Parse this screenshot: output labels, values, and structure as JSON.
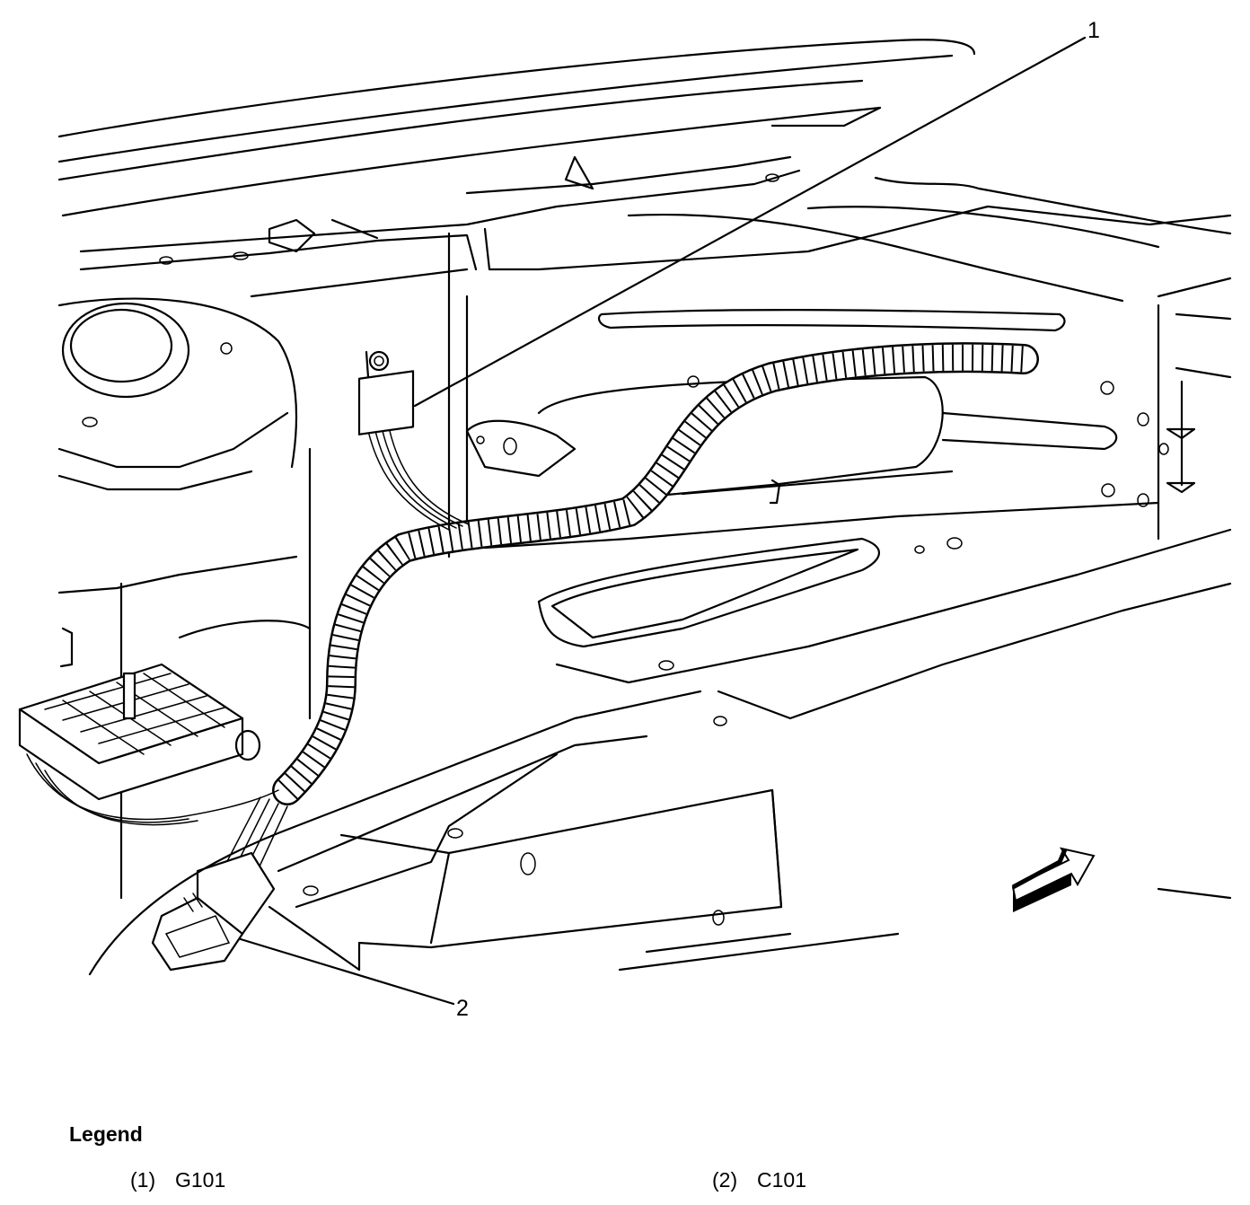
{
  "callouts": [
    {
      "id": "1",
      "label": "1"
    },
    {
      "id": "2",
      "label": "2"
    }
  ],
  "legend": {
    "title": "Legend",
    "items": [
      {
        "number": "(1)",
        "text": "G101"
      },
      {
        "number": "(2)",
        "text": "C101"
      }
    ]
  },
  "icons": [
    "view-direction-arrow-icon"
  ]
}
